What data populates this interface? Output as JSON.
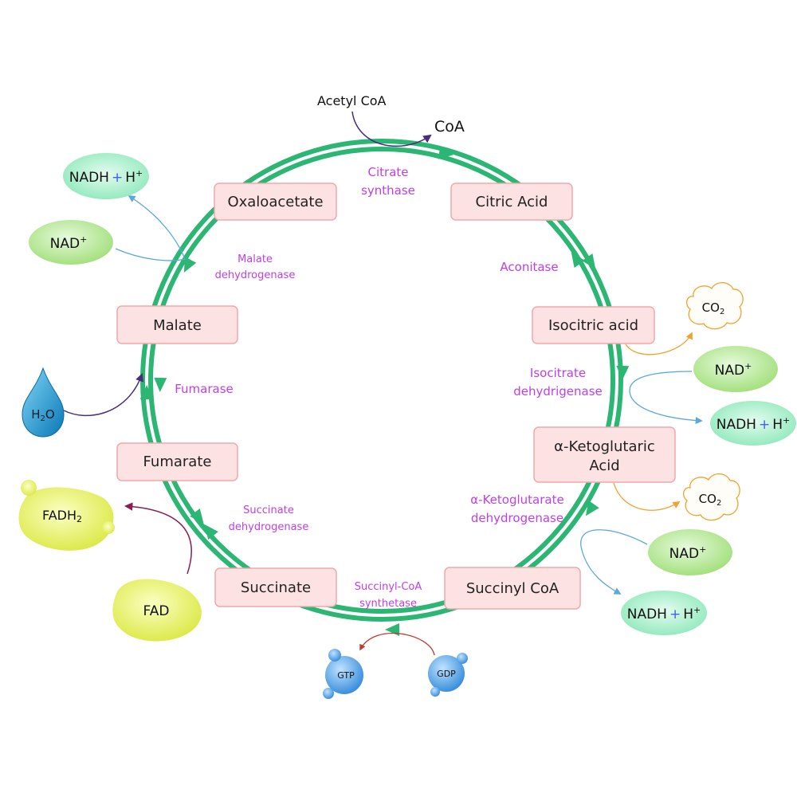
{
  "colors": {
    "cycle": "#2bb673",
    "enzyme": "#c03ee8",
    "box_fill": "#fde2e3",
    "box_stroke": "#f2a7ab",
    "green_oval": "#b7eaa4",
    "mint_oval": "#a6f0cb",
    "co2_stroke": "#f2a230",
    "purple_arrow": "#4a2e7a",
    "blue_arrow": "#5aa8dd",
    "yellow_blob": "#e4ef6a",
    "gtp_blue": "#5aa6e8",
    "plus_blue": "#3f61ee"
  },
  "input": {
    "acetyl_coa": "Acetyl CoA",
    "coa": "CoA"
  },
  "metabolites": {
    "oxaloacetate": "Oxaloacetate",
    "citric_acid": "Citric Acid",
    "isocitric_acid": "Isocitric acid",
    "aketo_line1": "α-Ketoglutaric",
    "aketo_line2": "Acid",
    "succinyl_coa": "Succinyl CoA",
    "succinate": "Succinate",
    "fumarate": "Fumarate",
    "malate": "Malate"
  },
  "enzymes": {
    "citrate_synthase_1": "Citrate",
    "citrate_synthase_2": "synthase",
    "aconitase": "Aconitase",
    "isocitrate_dh_1": "Isocitrate",
    "isocitrate_dh_2": "dehydrigenase",
    "aketo_dh_1": "α-Ketoglutarate",
    "aketo_dh_2": "dehydrogenase",
    "succinyl_coa_synthetase_1": "Succinyl-CoA",
    "succinyl_coa_synthetase_2": "synthetase",
    "succinate_dh_1": "Succinate",
    "succinate_dh_2": "dehydrogenase",
    "fumarase": "Fumarase",
    "malate_dh_1": "Malate",
    "malate_dh_2": "dehydrogenase"
  },
  "cofactors": {
    "nadh": "NADH",
    "plus": "+",
    "h": "H",
    "superscript_plus": "+",
    "nad": "NAD",
    "co2_main": "CO",
    "co2_sub": "2",
    "h2o_h": "H",
    "h2o_sub": "2",
    "h2o_o": "O",
    "fadh_main": "FADH",
    "fadh_sub": "2",
    "fad": "FAD",
    "gtp": "GTP",
    "gdp": "GDP"
  }
}
